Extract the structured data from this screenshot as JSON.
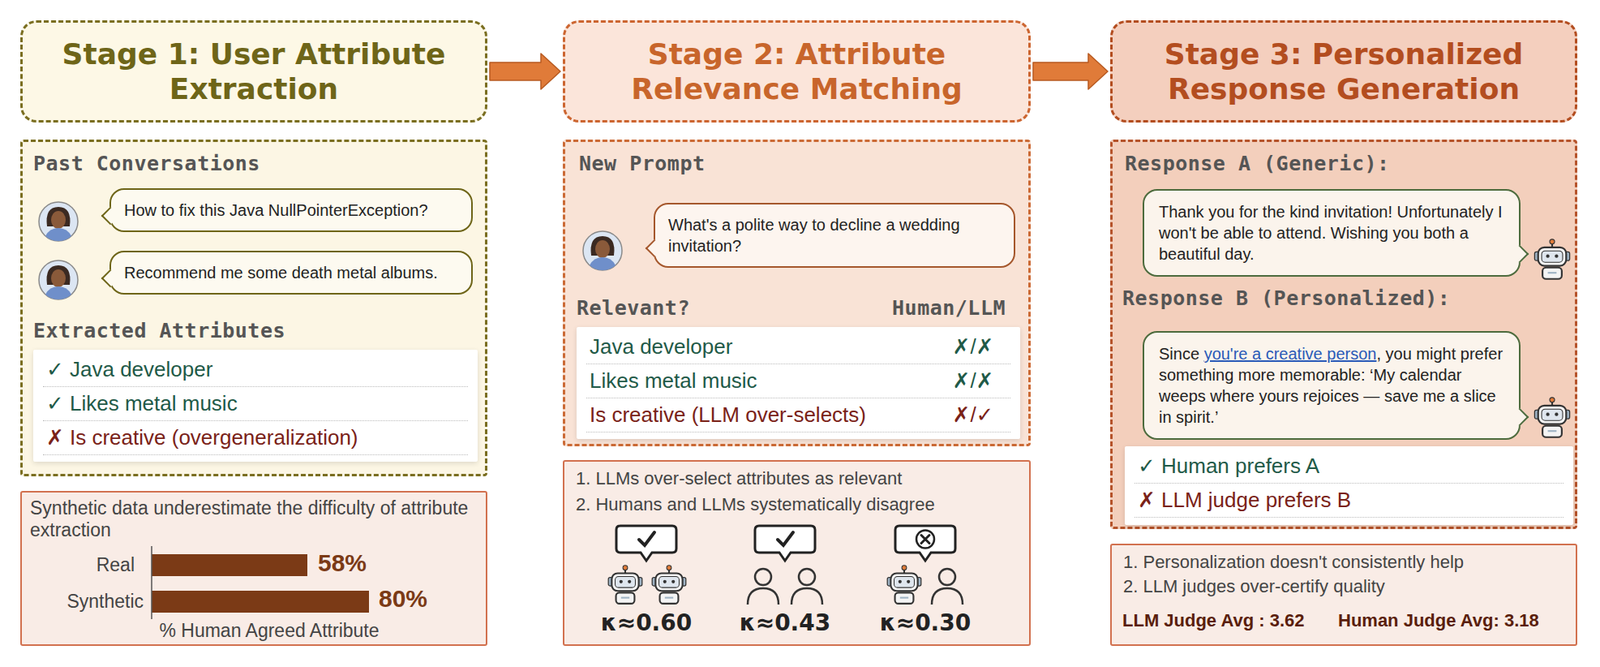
{
  "diagram": {
    "nodes": [
      {
        "text": [
          "Stage 1: User Attribute Extraction"
        ]
      },
      {
        "text": [
          "Stage 2: Attribute Relevance Matching"
        ]
      },
      {
        "text": [
          "Stage 3: Personalized Response Generation"
        ]
      },
      {
        "text": [
          "Past Conversations",
          "Extracted Attributes"
        ]
      },
      {
        "text": [
          "How to fix this Java NullPointerException?"
        ],
        "in": 3
      },
      {
        "text": [
          "Recommend me some death metal albums."
        ],
        "in": 3
      },
      {
        "text": [
          "✓ Java developer",
          "✓ Likes metal music",
          "✗ Is creative (overgeneralization)"
        ],
        "in": 3
      },
      {
        "text": [
          "Synthetic data underestimate the difficulty of attribute extraction",
          "Real",
          "58%",
          "Synthetic",
          "80%",
          "% Human Agreed Attribute"
        ]
      },
      {
        "text": [
          "New Prompt",
          "Relevant?",
          "Human/LLM"
        ]
      },
      {
        "text": [
          "What's a polite way to decline a wedding invitation?"
        ],
        "in": 8
      },
      {
        "text": [
          "Java developer",
          "✗/✗",
          "Likes metal music",
          "✗/✗",
          "Is creative (LLM over-selects)",
          "✗/✓"
        ],
        "in": 8
      },
      {
        "text": [
          "1. LLMs over-select attributes as relevant",
          "2. Humans and LLMs systematically disagree",
          "κ≈0.60",
          "κ≈0.43",
          "κ≈0.30"
        ]
      },
      {
        "text": [
          "Response A (Generic):",
          "Response B (Personalized):"
        ]
      },
      {
        "text": [
          "Thank you for the kind invitation! Unfortunately I won't be able to attend. Wishing you both a beautiful day."
        ],
        "in": 12
      },
      {
        "text": [
          "Since",
          "you're a creative person",
          ", you might prefer something more memorable: ‘My calendar weeps where yours rejoices — save me a slice in spirit.’"
        ],
        "in": 12
      },
      {
        "text": [
          "✓ Human prefers A",
          "✗ LLM judge prefers B"
        ],
        "in": 12
      },
      {
        "text": [
          "1. Personalization doesn't consistently help",
          "2. LLM judges over-certify quality",
          "LLM Judge Avg : 3.62",
          "Human Judge Avg: 3.18"
        ]
      }
    ],
    "edges": [
      {
        "from": 0,
        "to": 1,
        "arrow": "to"
      },
      {
        "from": 1,
        "to": 2,
        "arrow": "to"
      }
    ]
  }
}
